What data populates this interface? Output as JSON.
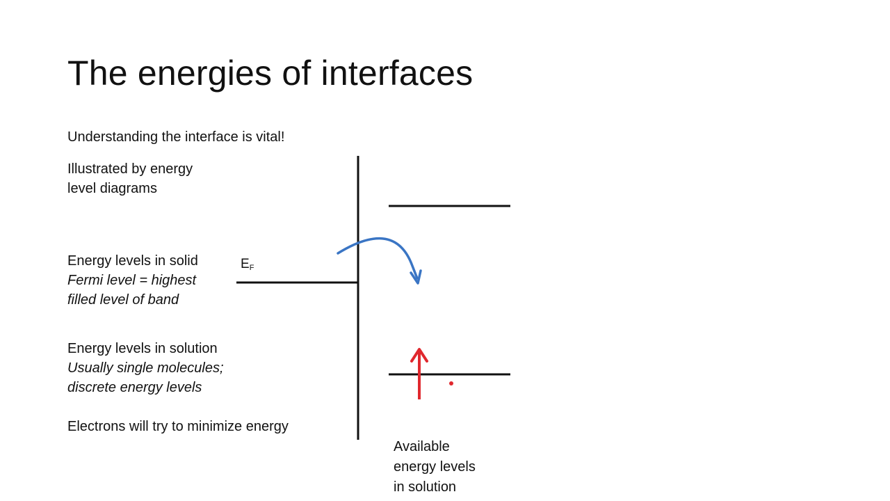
{
  "slide": {
    "title": "The energies of interfaces",
    "intro": "Understanding the interface is vital!",
    "illustrated": [
      "Illustrated by energy",
      "level diagrams"
    ],
    "solid": {
      "heading": "Energy levels in solid",
      "notes": [
        "Fermi level = highest",
        "filled level of band"
      ]
    },
    "solution": {
      "heading": "Energy levels in solution",
      "notes": [
        "Usually single molecules;",
        "discrete energy levels"
      ]
    },
    "conclusion": "Electrons will try to minimize energy"
  },
  "diagram": {
    "fermi_label": {
      "main": "E",
      "sub": "F"
    },
    "available_label": [
      "Available",
      "energy levels",
      "in solution"
    ],
    "colors": {
      "lines": "#111111",
      "electron_transfer_arrow": "#3a75c4",
      "excitation_arrow": "#e0282e",
      "dot": "#e0282e"
    },
    "icons": {
      "transfer": "curved-arrow-icon",
      "excitation": "up-arrow-icon"
    }
  }
}
